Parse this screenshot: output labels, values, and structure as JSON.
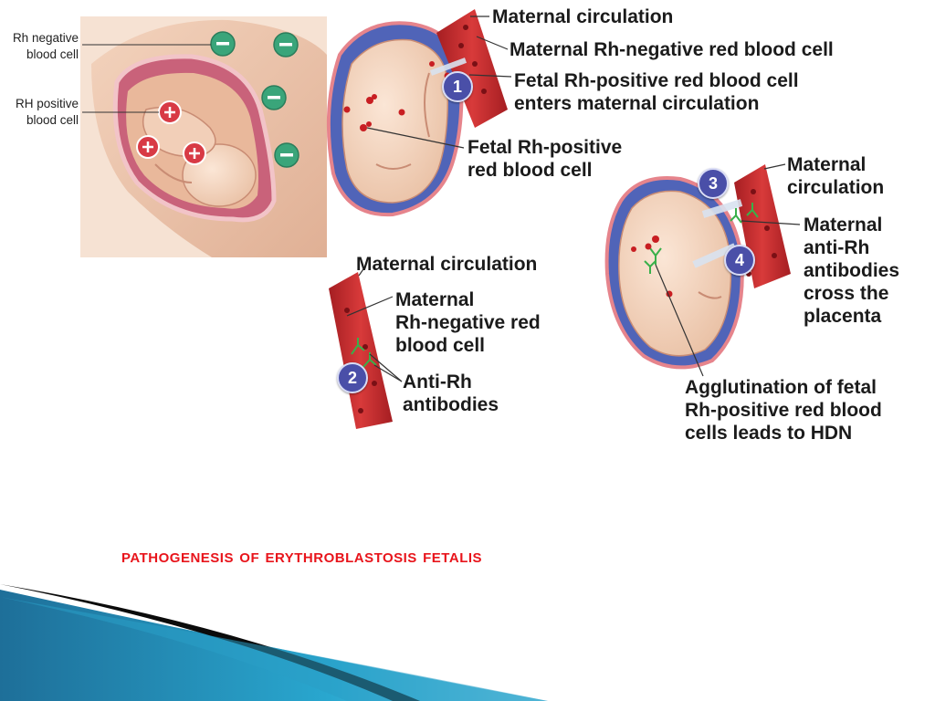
{
  "panels": {
    "photo": {
      "rh_negative_label": "Rh negative blood cell",
      "rh_negative_line1": "Rh negative",
      "rh_negative_line2": "blood cell",
      "rh_positive_line1": "RH positive",
      "rh_positive_line2": "blood cell"
    },
    "step1": {
      "number": "1",
      "maternal_circulation": "Maternal circulation",
      "maternal_rh_negative_rbc": "Maternal Rh-negative red blood cell",
      "fetal_enters_line1": "Fetal Rh-positive red blood cell",
      "fetal_enters_line2": "enters maternal circulation",
      "fetal_rbc_line1": "Fetal Rh-positive",
      "fetal_rbc_line2": "red blood cell"
    },
    "step2": {
      "number": "2",
      "maternal_circulation": "Maternal circulation",
      "maternal_rbc_line1": "Maternal",
      "maternal_rbc_line2": "Rh-negative red",
      "maternal_rbc_line3": "blood cell",
      "antibodies_line1": "Anti-Rh",
      "antibodies_line2": "antibodies"
    },
    "step34": {
      "number3": "3",
      "number4": "4",
      "maternal_circulation_line1": "Maternal",
      "maternal_circulation_line2": "circulation",
      "cross_line1": "Maternal",
      "cross_line2": "anti-Rh",
      "cross_line3": "antibodies",
      "cross_line4": "cross the",
      "cross_line5": "placenta",
      "agglutination_line1": "Agglutination of fetal",
      "agglutination_line2": "Rh-positive red blood",
      "agglutination_line3": "cells leads to HDN"
    }
  },
  "caption": "Pathogenesis of Erythroblastosis fetalis",
  "colors": {
    "caption": "#e8141b",
    "step_badge": "#4a4fa8",
    "vessel": "#c8282b",
    "negative_cell": "#3aa57a",
    "positive_cell": "#d83a45",
    "slide_accent": "#1f8fb8"
  }
}
